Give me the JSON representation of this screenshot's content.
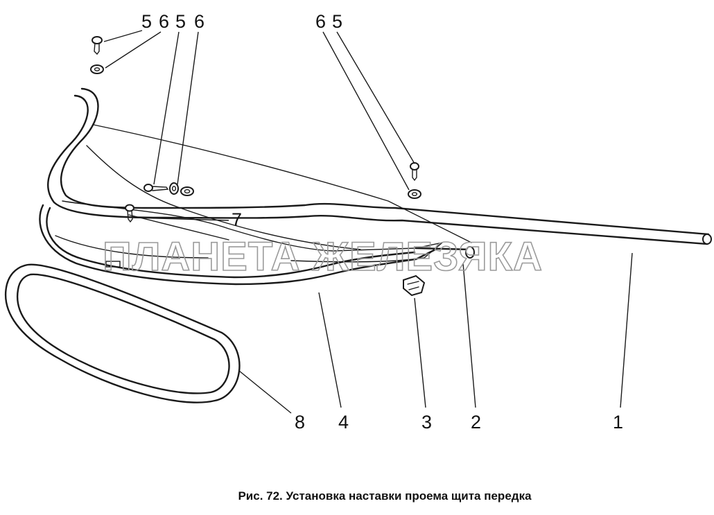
{
  "caption": "Рис. 72. Установка наставки проема щита передка",
  "watermark": "ПЛАНЕТА ЖЕЛЕЗЯКА",
  "callouts": {
    "top_left": [
      "5",
      "6",
      "5",
      "6"
    ],
    "top_right": [
      "6",
      "5"
    ],
    "c7": "7",
    "c8": "8",
    "c4": "4",
    "c3": "3",
    "c2": "2",
    "c1": "1"
  }
}
